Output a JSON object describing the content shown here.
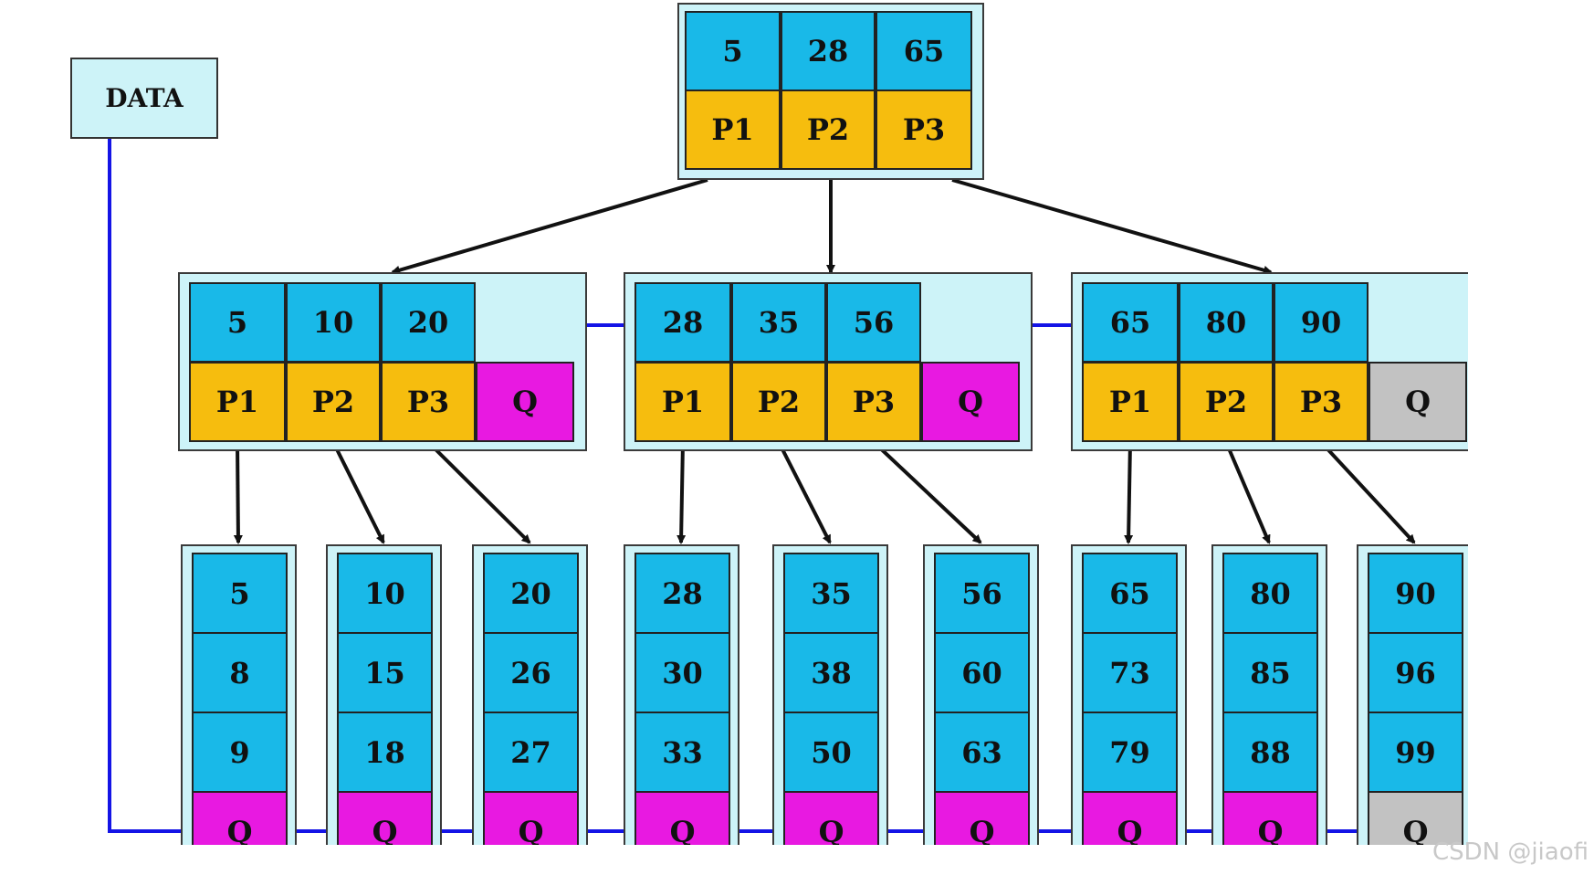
{
  "data_label": "DATA",
  "pointer_labels": [
    "P1",
    "P2",
    "P3"
  ],
  "link_label": "Q",
  "root": {
    "keys": [
      "5",
      "28",
      "65"
    ]
  },
  "internal": [
    {
      "keys": [
        "5",
        "10",
        "20"
      ],
      "q_has_next": true
    },
    {
      "keys": [
        "28",
        "35",
        "56"
      ],
      "q_has_next": true
    },
    {
      "keys": [
        "65",
        "80",
        "90"
      ],
      "q_has_next": false
    }
  ],
  "leaves": [
    {
      "keys": [
        "5",
        "8",
        "9"
      ],
      "q_has_next": true
    },
    {
      "keys": [
        "10",
        "15",
        "18"
      ],
      "q_has_next": true
    },
    {
      "keys": [
        "20",
        "26",
        "27"
      ],
      "q_has_next": true
    },
    {
      "keys": [
        "28",
        "30",
        "33"
      ],
      "q_has_next": true
    },
    {
      "keys": [
        "35",
        "38",
        "50"
      ],
      "q_has_next": true
    },
    {
      "keys": [
        "56",
        "60",
        "63"
      ],
      "q_has_next": true
    },
    {
      "keys": [
        "65",
        "73",
        "79"
      ],
      "q_has_next": true
    },
    {
      "keys": [
        "80",
        "85",
        "88"
      ],
      "q_has_next": true
    },
    {
      "keys": [
        "90",
        "96",
        "99"
      ],
      "q_has_next": false
    }
  ],
  "colors": {
    "key_cell": "#19b9e8",
    "pointer_cell": "#f6bd0e",
    "active_link_cell": "#e819e1",
    "null_link_cell": "#c2c2c2",
    "node_background": "#cdf3f8",
    "tree_arrow": "#111111",
    "link_arrow": "#1414e6"
  },
  "watermark": "CSDN @jiaofi"
}
